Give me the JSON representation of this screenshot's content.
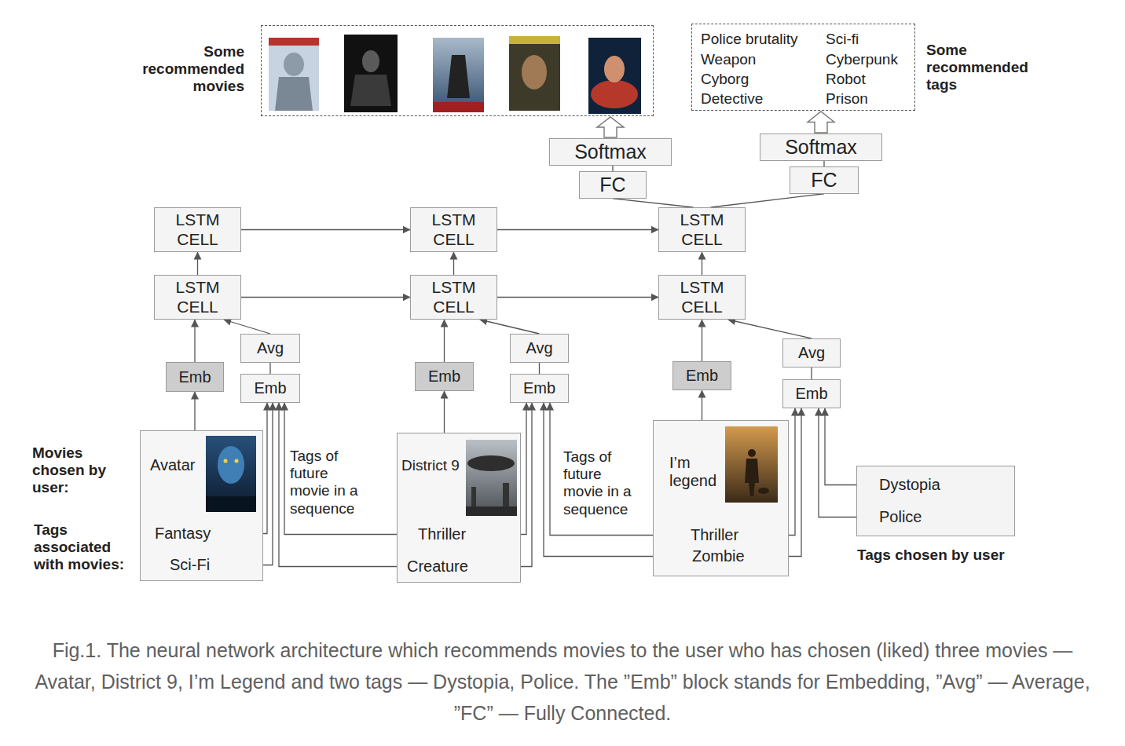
{
  "diagram": {
    "caption": "Fig.1. The neural network architecture which recommends movies to the user who has chosen (liked) three movies — Avatar, District 9, I’m Legend and two tags — Dystopia, Police. The ”Emb” block stands for Embedding, ”Avg” — Average, ”FC” — Fully Connected.",
    "nodes": [
      {
        "text": [
          "Some recommended movies"
        ]
      },
      {
        "text": [
          "Police brutality",
          "Weapon",
          "Cyborg",
          "Detective",
          "Sci-fi",
          "Cyberpunk",
          "Robot",
          "Prison",
          "Some recommended tags"
        ]
      },
      {
        "text": [
          "Softmax"
        ]
      },
      {
        "text": [
          "Softmax"
        ]
      },
      {
        "text": [
          "FC"
        ]
      },
      {
        "text": [
          "FC"
        ]
      },
      {
        "text": [
          "LSTM CELL"
        ]
      },
      {
        "text": [
          "LSTM CELL"
        ]
      },
      {
        "text": [
          "LSTM CELL"
        ]
      },
      {
        "text": [
          "LSTM CELL"
        ]
      },
      {
        "text": [
          "LSTM CELL"
        ]
      },
      {
        "text": [
          "LSTM CELL"
        ]
      },
      {
        "text": [
          "Avg"
        ]
      },
      {
        "text": [
          "Avg"
        ]
      },
      {
        "text": [
          "Avg"
        ]
      },
      {
        "text": [
          "Emb"
        ]
      },
      {
        "text": [
          "Emb"
        ]
      },
      {
        "text": [
          "Emb"
        ]
      },
      {
        "text": [
          "Emb"
        ]
      },
      {
        "text": [
          "Emb"
        ]
      },
      {
        "text": [
          "Emb"
        ]
      },
      {
        "text": [
          "Avatar",
          "Fantasy",
          "Sci-Fi"
        ]
      },
      {
        "text": [
          "District 9",
          "Thriller",
          "Creature"
        ]
      },
      {
        "text": [
          "I’m legend",
          "Thriller",
          "Zombie"
        ]
      },
      {
        "text": [
          "Dystopia",
          "Police",
          "Tags chosen by user"
        ]
      }
    ],
    "edges": [
      {
        "from": 6,
        "to": 7,
        "arrow": "to"
      },
      {
        "from": 7,
        "to": 8,
        "arrow": "to"
      },
      {
        "from": 9,
        "to": 10,
        "arrow": "to"
      },
      {
        "from": 10,
        "to": 11,
        "arrow": "to"
      },
      {
        "from": 9,
        "to": 6,
        "arrow": "to"
      },
      {
        "from": 10,
        "to": 7,
        "arrow": "to"
      },
      {
        "from": 11,
        "to": 8,
        "arrow": "to"
      },
      {
        "from": 15,
        "to": 9,
        "arrow": "to"
      },
      {
        "from": 12,
        "to": 9,
        "arrow": "to"
      },
      {
        "from": 16,
        "to": 12,
        "arrow": "none"
      },
      {
        "from": 17,
        "to": 10,
        "arrow": "to"
      },
      {
        "from": 13,
        "to": 10,
        "arrow": "to"
      },
      {
        "from": 18,
        "to": 13,
        "arrow": "none"
      },
      {
        "from": 19,
        "to": 11,
        "arrow": "to"
      },
      {
        "from": 14,
        "to": 11,
        "arrow": "to"
      },
      {
        "from": 20,
        "to": 14,
        "arrow": "none"
      },
      {
        "from": 21,
        "to": 15,
        "arrow": "to"
      },
      {
        "from": 22,
        "to": 17,
        "arrow": "to"
      },
      {
        "from": 23,
        "to": 19,
        "arrow": "to"
      },
      {
        "from": 21,
        "to": 16,
        "arrow": "to"
      },
      {
        "from": 22,
        "to": 16,
        "arrow": "to"
      },
      {
        "from": 22,
        "to": 18,
        "arrow": "to"
      },
      {
        "from": 23,
        "to": 18,
        "arrow": "to"
      },
      {
        "from": 23,
        "to": 20,
        "arrow": "to"
      },
      {
        "from": 24,
        "to": 20,
        "arrow": "to"
      },
      {
        "from": 8,
        "to": 4,
        "arrow": "none"
      },
      {
        "from": 8,
        "to": 5,
        "arrow": "none"
      },
      {
        "from": 4,
        "to": 2,
        "arrow": "none"
      },
      {
        "from": 5,
        "to": 3,
        "arrow": "none"
      },
      {
        "from": 2,
        "to": 0,
        "arrow": "to"
      },
      {
        "from": 3,
        "to": 1,
        "arrow": "to"
      }
    ],
    "labels": [
      "Movies chosen by user:",
      "Tags associated with movies:",
      "Tags of future movie in a sequence",
      "Tags of future movie in a sequence"
    ]
  }
}
